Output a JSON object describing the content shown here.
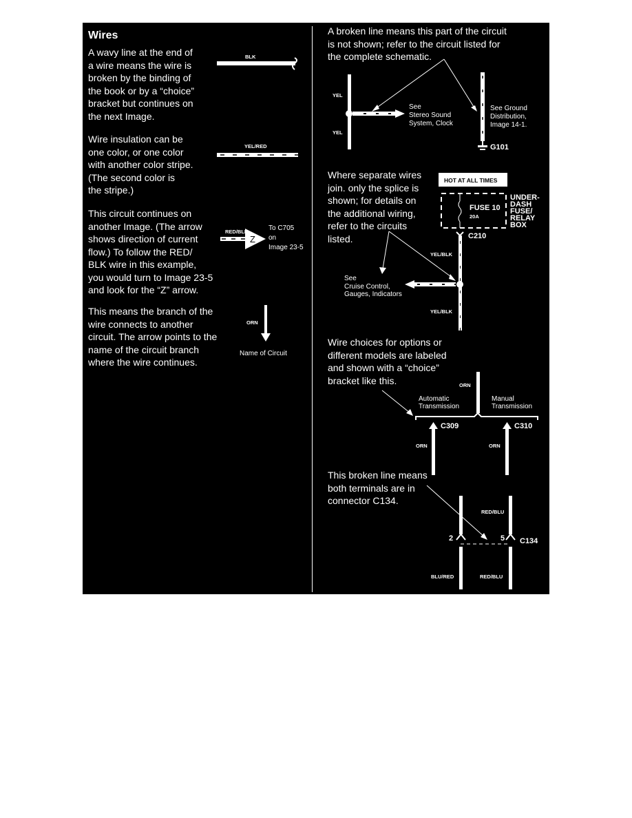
{
  "left": {
    "title": "Wires",
    "p1": "A wavy line at the end of\na wire means the wire is\nbroken by the binding of\nthe book or by a “choice”\nbracket but continues on\nthe next Image.",
    "p2": "Wire insulation can be\none color, or one color\nwith another color stripe.\n(The second color is\nthe stripe.)",
    "p3": "This circuit continues on\nanother Image. (The arrow\nshows direction of current\nflow.) To follow the RED/\nBLK wire in this example,\nyou would turn to Image 23-5\nand look for the “Z” arrow.",
    "p4": "This means the branch of the\nwire connects to another\ncircuit. The arrow points to the\nname of the circuit branch\nwhere the wire continues.",
    "d1_label": "BLK",
    "d2_label": "YEL/RED",
    "d3_label": "RED/BLK",
    "d3_z": "Z",
    "d3_to": [
      "To C705",
      "on",
      "Image 23-5"
    ],
    "d4_label": "ORN",
    "d4_name": "Name of Circuit"
  },
  "right": {
    "p1": "A broken line means this part of the circuit\nis not shown; refer to the circuit listed for\nthe complete schematic.",
    "yel": "YEL",
    "stereo": [
      "See",
      "Stereo Sound",
      "System, Clock"
    ],
    "ground": [
      "See Ground",
      "Distribution,",
      "Image 14-1."
    ],
    "g101": "G101",
    "p2": "Where separate wires\njoin. only the splice is\nshown; for details on\nthe additional wiring,\nrefer to the circuits\nlisted.",
    "hot": "HOT AT ALL TIMES",
    "fuse": "FUSE 10",
    "amp": "20A",
    "box": [
      "UNDER-",
      "DASH",
      "FUSE/",
      "RELAY",
      "BOX"
    ],
    "c210": "C210",
    "yelblk": "YEL/BLK",
    "cruise": [
      "See",
      "Cruise Control,",
      "Gauges, Indicators"
    ],
    "p3": "Wire choices for options or\ndifferent models are labeled\nand shown with a “choice”\nbracket like this.",
    "orn": "ORN",
    "auto": [
      "Automatic",
      "Transmission"
    ],
    "manual": [
      "Manual",
      "Transmission"
    ],
    "c309": "C309",
    "c310": "C310",
    "p4": "This broken line means\nboth terminals are in\nconnector C134.",
    "pin2": "2",
    "pin5": "5",
    "c134": "C134",
    "redblu": "RED/BLU",
    "blured": "BLU/RED"
  }
}
